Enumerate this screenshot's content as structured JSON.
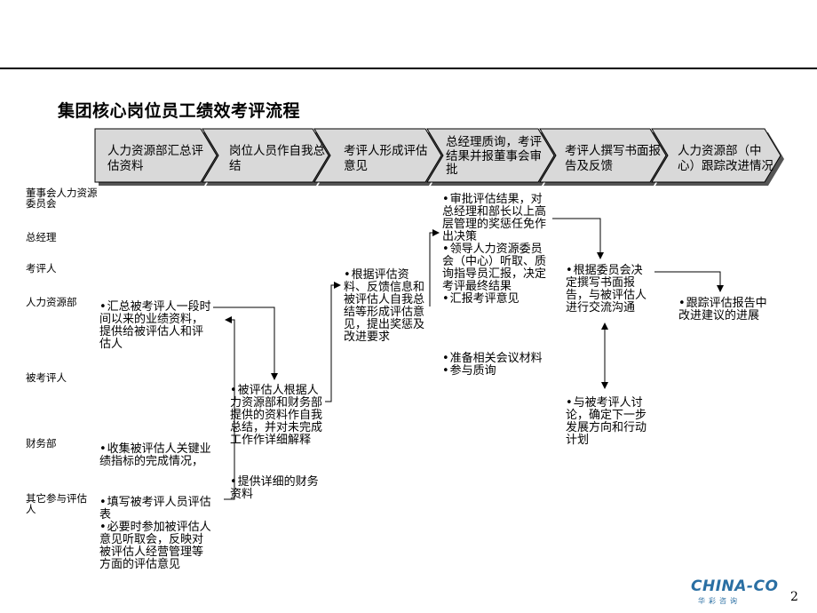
{
  "title": "集团核心岗位员工绩效考评流程",
  "steps": [
    {
      "label": "人力资源部汇总评估资料"
    },
    {
      "label": "岗位人员作自我总结"
    },
    {
      "label": "考评人形成评估意见"
    },
    {
      "label": "总经理质询，考评结果并报董事会审批"
    },
    {
      "label": "考评人撰写书面报告及反馈"
    },
    {
      "label": "人力资源部（中心）跟踪改进情况"
    }
  ],
  "roles": [
    "董事会人力资源委员会",
    "总经理",
    "考评人",
    "人力资源部",
    "被考评人",
    "财务部",
    "其它参与评估人"
  ],
  "activities": {
    "hr_collect": "汇总被考评人一段时间以来的业绩资料，提供给被评估人和评估人",
    "finance_collect": "收集被评估人关键业绩指标的完成情况，",
    "others_fill": "填写被考评人员评估表",
    "others_hearing": "必要时参加被评估人意见听取会，反映对被评估人经营管理等方面的评估意见",
    "self_summary": "被评估人根据人力资源部和财务部提供的资料作自我总结，并对未完成工作作详细解释",
    "finance_detail": "提供详细的财务资料",
    "evaluator_opinion": "根据评估资料、反馈信息和被评估人自我总结等形成评估意见，提出奖惩及改进要求",
    "board_approve": "审批评估结果，对总经理和部长以上高层管理的奖惩任免作出决策",
    "gm_hear": "领导人力资源委员会（中心）听取、质询指导员汇报，决定考评最终结果",
    "report_opinion": "汇报考评意见",
    "prepare_material": "准备相关会议材料",
    "join_inquiry": "参与质询",
    "write_report": "根据委员会决定撰写书面报告，与被评估人进行交流沟通",
    "discuss_plan": "与被考评人讨论，确定下一步发展方向和行动计划",
    "track_report": "跟踪评估报告中改进建议的进展"
  },
  "footer": {
    "logo": "CHINA-CO",
    "logo_sub": "华彩咨询",
    "page": "2"
  }
}
